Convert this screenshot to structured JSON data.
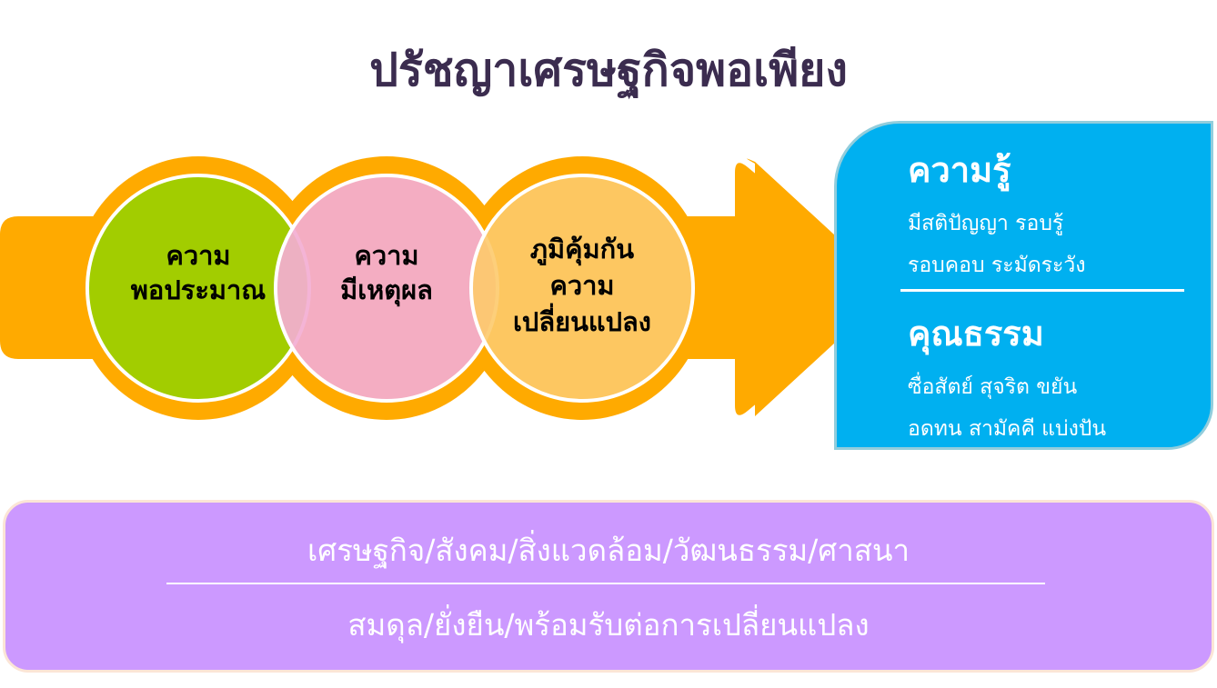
{
  "title": "ปรัชญาเศรษฐกิจพอเพียง",
  "colors": {
    "arrow": "#ffaa00",
    "green": "#a2cd00",
    "pink": "#f3aed3",
    "yellow": "#fdca6b",
    "blue": "#00b0f0",
    "purple": "#cc99ff",
    "title": "#3b2c4f"
  },
  "circles": [
    {
      "lines": [
        "ความ",
        "พอประมาณ"
      ]
    },
    {
      "lines": [
        "ความ",
        "มีเหตุผล"
      ]
    },
    {
      "lines": [
        "ภูมิคุ้มกัน",
        "ความ",
        "เปลี่ยนแปลง"
      ]
    }
  ],
  "conditions": {
    "knowledge": {
      "heading": "ความรู้",
      "lines": [
        "มีสติปัญญา รอบรู้",
        "รอบคอบ ระมัดระวัง"
      ]
    },
    "virtue": {
      "heading": "คุณธรรม",
      "lines": [
        "ซื่อสัตย์ สุจริต ขยัน",
        "อดทน สามัคคี แบ่งปัน"
      ]
    }
  },
  "outcomes": {
    "line1": "เศรษฐกิจ/สังคม/สิ่งแวดล้อม/วัฒนธรรม/ศาสนา",
    "line2": "สมดุล/ยั่งยืน/พร้อมรับต่อการเปลี่ยนแปลง"
  }
}
